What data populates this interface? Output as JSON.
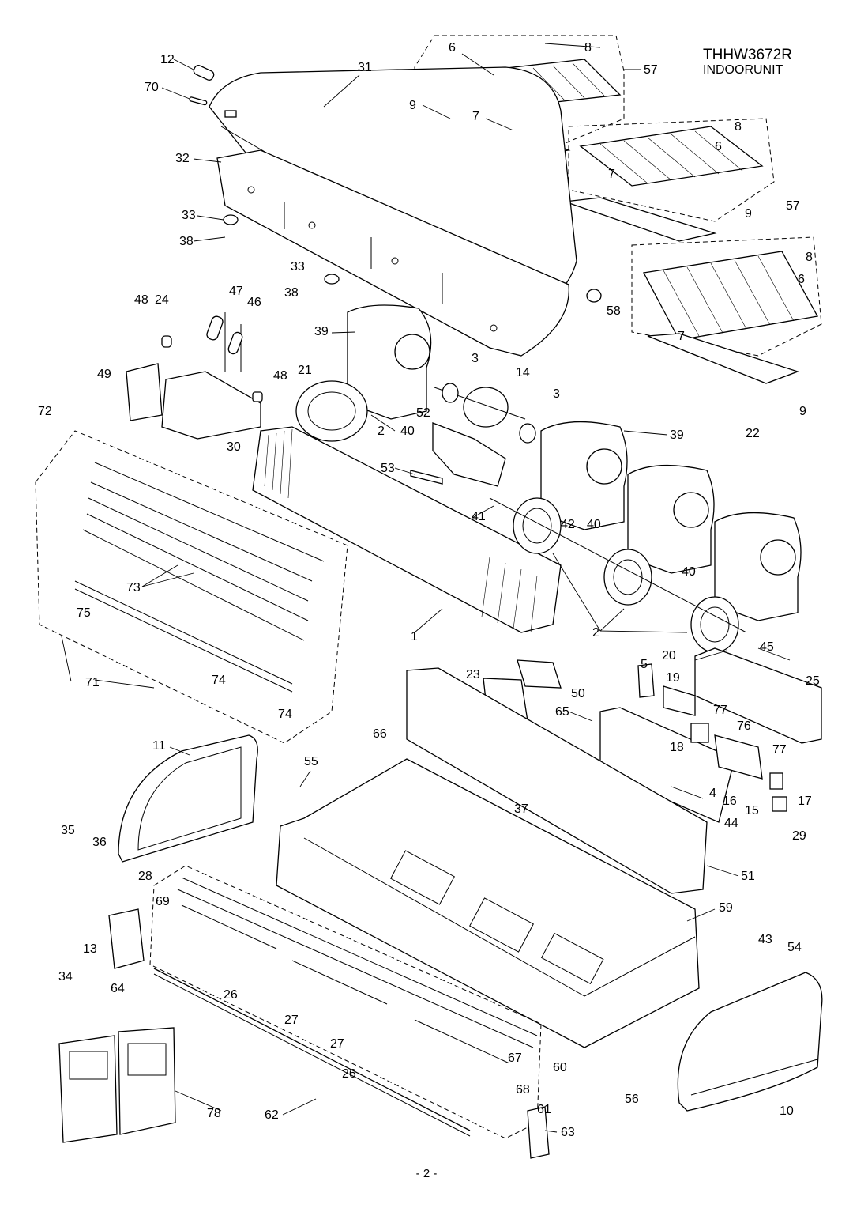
{
  "title": {
    "model": "THHW3672R",
    "unit": "INDOORUNIT"
  },
  "page_number": "- 2 -",
  "callouts": [
    "1",
    "2",
    "3",
    "4",
    "5",
    "6",
    "7",
    "8",
    "9",
    "10",
    "11",
    "12",
    "13",
    "14",
    "15",
    "16",
    "17",
    "18",
    "19",
    "20",
    "21",
    "22",
    "23",
    "24",
    "25",
    "26",
    "27",
    "28",
    "29",
    "30",
    "31",
    "32",
    "33",
    "34",
    "35",
    "36",
    "37",
    "38",
    "39",
    "40",
    "41",
    "42",
    "43",
    "44",
    "45",
    "46",
    "47",
    "48",
    "49",
    "50",
    "51",
    "52",
    "53",
    "54",
    "55",
    "56",
    "57",
    "58",
    "59",
    "60",
    "61",
    "62",
    "63",
    "64",
    "65",
    "66",
    "67",
    "68",
    "69",
    "70",
    "71",
    "72",
    "73",
    "74",
    "75",
    "76",
    "77",
    "78"
  ]
}
